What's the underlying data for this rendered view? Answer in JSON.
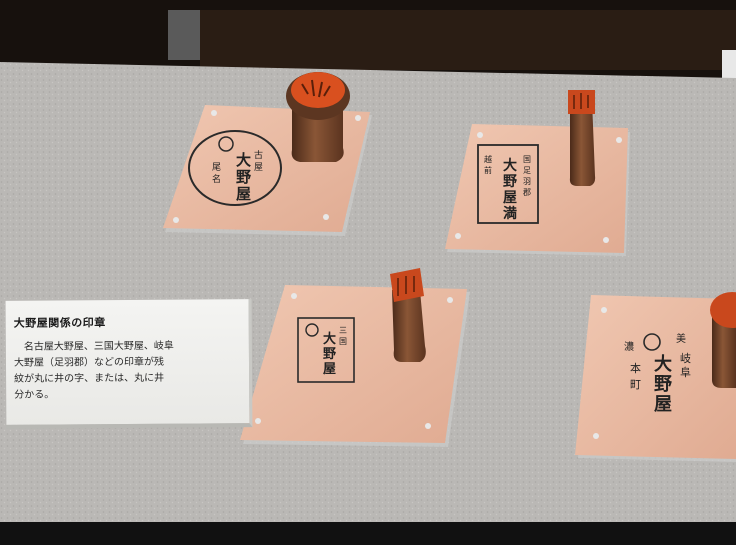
{
  "placard": {
    "title": "大野屋関係の印章",
    "lines": [
      "　名古屋大野屋、三国大野屋、岐阜",
      "大野屋（足羽郡）などの印章が残",
      "紋が丸に井の字、または、丸に井",
      "分かる。"
    ]
  },
  "stamps": [
    {
      "impression_chars": [
        "大",
        "野",
        "屋"
      ],
      "side_chars": [
        "尾",
        "名",
        "古",
        "屋"
      ]
    },
    {
      "impression_chars": [
        "大",
        "野",
        "屋",
        "満"
      ],
      "side_chars": [
        "越",
        "前",
        "国",
        "足",
        "羽",
        "郡"
      ]
    },
    {
      "impression_chars": [
        "大",
        "野",
        "屋"
      ],
      "side_chars": [
        "三",
        "国"
      ]
    },
    {
      "impression_chars": [
        "大",
        "野",
        "屋"
      ],
      "side_chars": [
        "岐",
        "阜",
        "本",
        "町",
        "美",
        "濃"
      ]
    }
  ],
  "colors": {
    "tray": "#e8b9a2",
    "felt": "#b8b6b3",
    "wood": "#7a4a2e",
    "stamp_face": "#d9501f"
  }
}
